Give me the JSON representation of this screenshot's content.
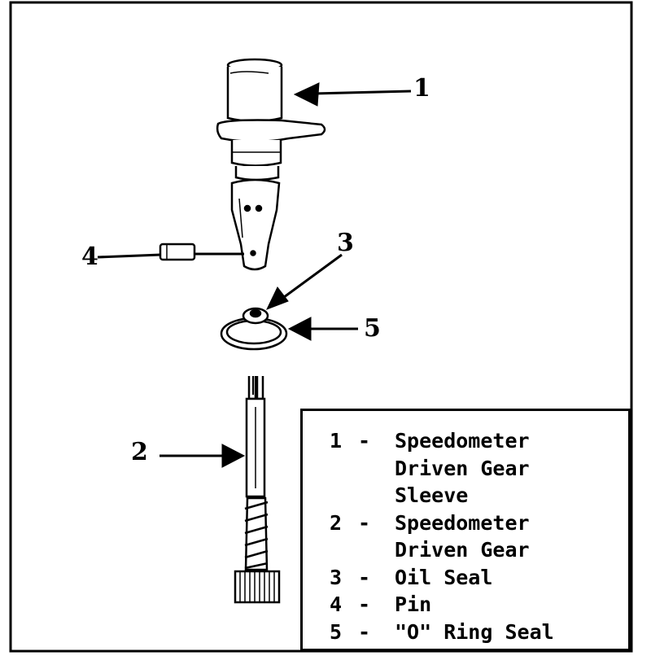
{
  "callouts": {
    "c1": "1",
    "c2": "2",
    "c3": "3",
    "c4": "4",
    "c5": "5"
  },
  "legend": {
    "separator": "-",
    "items": [
      {
        "number": "1",
        "lines": [
          "Speedometer",
          "Driven Gear",
          "Sleeve"
        ]
      },
      {
        "number": "2",
        "lines": [
          "Speedometer",
          "Driven Gear"
        ]
      },
      {
        "number": "3",
        "lines": [
          "Oil Seal"
        ]
      },
      {
        "number": "4",
        "lines": [
          "Pin"
        ]
      },
      {
        "number": "5",
        "lines": [
          "\"O\" Ring Seal"
        ]
      }
    ]
  }
}
